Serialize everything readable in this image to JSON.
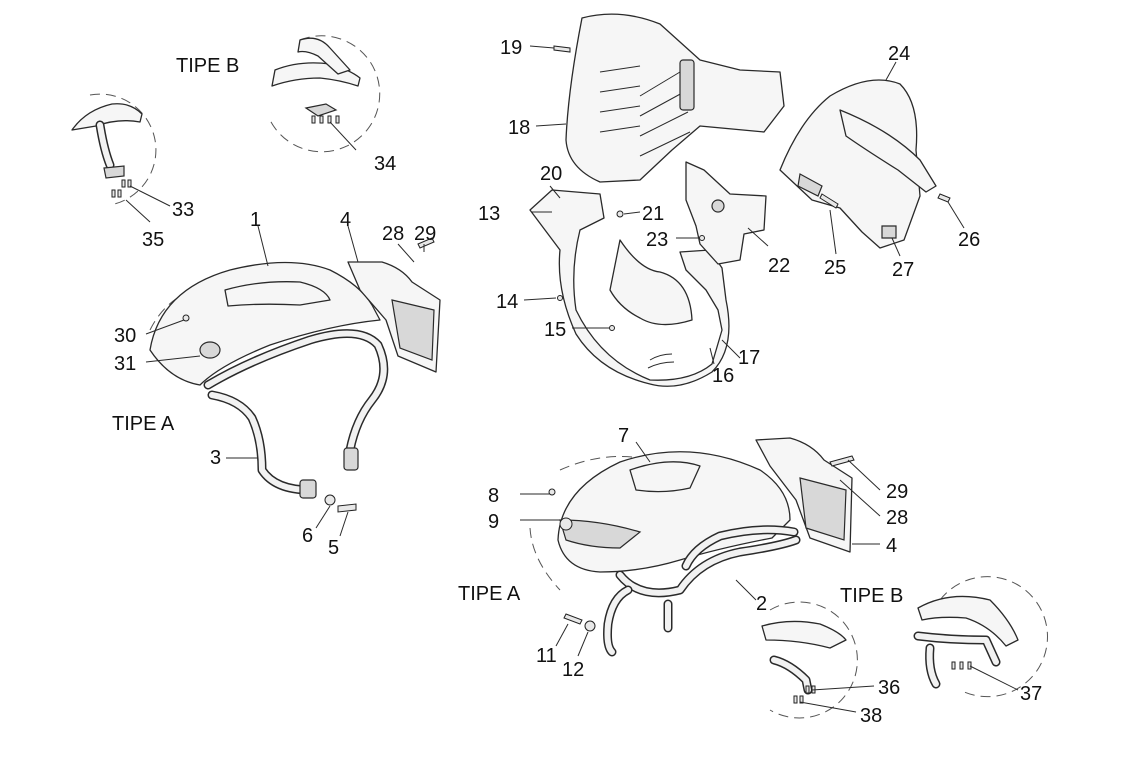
{
  "type_labels": {
    "tipe_b_top": "TIPE B",
    "tipe_a_left": "TIPE A",
    "tipe_a_bottom": "TIPE A",
    "tipe_b_bottom": "TIPE B"
  },
  "callouts": [
    {
      "id": "c1",
      "text": "1"
    },
    {
      "id": "c2",
      "text": "2"
    },
    {
      "id": "c3",
      "text": "3"
    },
    {
      "id": "c4a",
      "text": "4"
    },
    {
      "id": "c4b",
      "text": "4"
    },
    {
      "id": "c5",
      "text": "5"
    },
    {
      "id": "c6",
      "text": "6"
    },
    {
      "id": "c7",
      "text": "7"
    },
    {
      "id": "c8",
      "text": "8"
    },
    {
      "id": "c9",
      "text": "9"
    },
    {
      "id": "c11",
      "text": "11"
    },
    {
      "id": "c12",
      "text": "12"
    },
    {
      "id": "c13",
      "text": "13"
    },
    {
      "id": "c14",
      "text": "14"
    },
    {
      "id": "c15",
      "text": "15"
    },
    {
      "id": "c16",
      "text": "16"
    },
    {
      "id": "c17",
      "text": "17"
    },
    {
      "id": "c18",
      "text": "18"
    },
    {
      "id": "c19",
      "text": "19"
    },
    {
      "id": "c20",
      "text": "20"
    },
    {
      "id": "c21",
      "text": "21"
    },
    {
      "id": "c22",
      "text": "22"
    },
    {
      "id": "c23",
      "text": "23"
    },
    {
      "id": "c24",
      "text": "24"
    },
    {
      "id": "c25",
      "text": "25"
    },
    {
      "id": "c26",
      "text": "26"
    },
    {
      "id": "c27",
      "text": "27"
    },
    {
      "id": "c28a",
      "text": "28"
    },
    {
      "id": "c28b",
      "text": "28"
    },
    {
      "id": "c29a",
      "text": "29"
    },
    {
      "id": "c29b",
      "text": "29"
    },
    {
      "id": "c30",
      "text": "30"
    },
    {
      "id": "c31",
      "text": "31"
    },
    {
      "id": "c33",
      "text": "33"
    },
    {
      "id": "c34",
      "text": "34"
    },
    {
      "id": "c35",
      "text": "35"
    },
    {
      "id": "c36",
      "text": "36"
    },
    {
      "id": "c37",
      "text": "37"
    },
    {
      "id": "c38",
      "text": "38"
    }
  ]
}
